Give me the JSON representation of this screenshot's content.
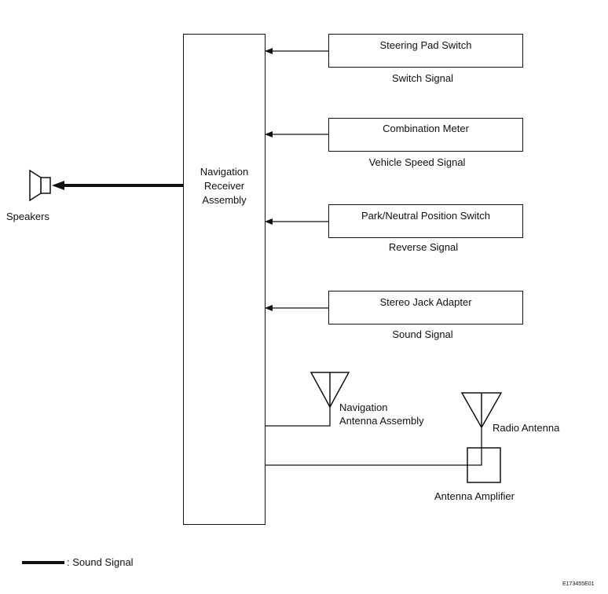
{
  "main": {
    "receiver": {
      "lines": [
        "Navigation",
        "Receiver",
        "Assembly"
      ]
    },
    "inputs": [
      {
        "component": "Steering Pad Switch",
        "signal": "Switch Signal"
      },
      {
        "component": "Combination Meter",
        "signal": "Vehicle Speed Signal"
      },
      {
        "component": "Park/Neutral Position Switch",
        "signal": "Reverse Signal"
      },
      {
        "component": "Stereo Jack Adapter",
        "signal": "Sound Signal"
      }
    ],
    "speakers_label": "Speakers",
    "nav_antenna": {
      "lines": [
        "Navigation",
        "Antenna Assembly"
      ]
    },
    "radio_antenna_label": "Radio Antenna",
    "antenna_amplifier_label": "Antenna Amplifier",
    "legend": {
      "label": ": Sound Signal"
    },
    "figure_code": "E173455E01"
  }
}
